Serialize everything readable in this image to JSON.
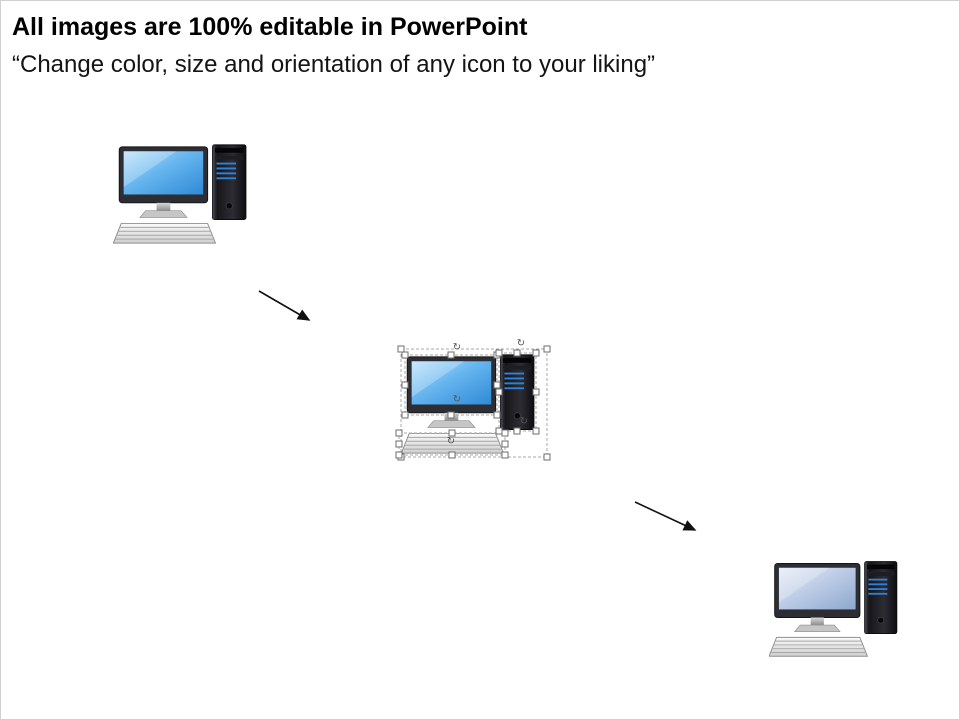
{
  "slide": {
    "title": "All images are 100% editable in PowerPoint",
    "subtitle": "“Change color, size and orientation of any icon to your liking”"
  },
  "graphics": {
    "icons": [
      {
        "name": "desktop-computer-icon",
        "position": "top-left",
        "state": "normal"
      },
      {
        "name": "desktop-computer-icon",
        "position": "center",
        "state": "selected-with-edit-handles"
      },
      {
        "name": "desktop-computer-icon",
        "position": "bottom-right",
        "state": "normal"
      }
    ],
    "arrows": [
      {
        "name": "arrow-icon",
        "direction": "down-right",
        "position": "between top-left and center icons"
      },
      {
        "name": "arrow-icon",
        "direction": "down-right",
        "position": "between center and bottom-right icons"
      }
    ]
  },
  "colors": {
    "background": "#ffffff",
    "title_text": "#000000",
    "screen_blue": "#4aa3e8",
    "screen_blue_light": "#b9c9e4",
    "tower_dark": "#26262b",
    "led_blue": "#2f7fd4",
    "arrow_black": "#111111",
    "handle_border": "#6e6e6e"
  }
}
